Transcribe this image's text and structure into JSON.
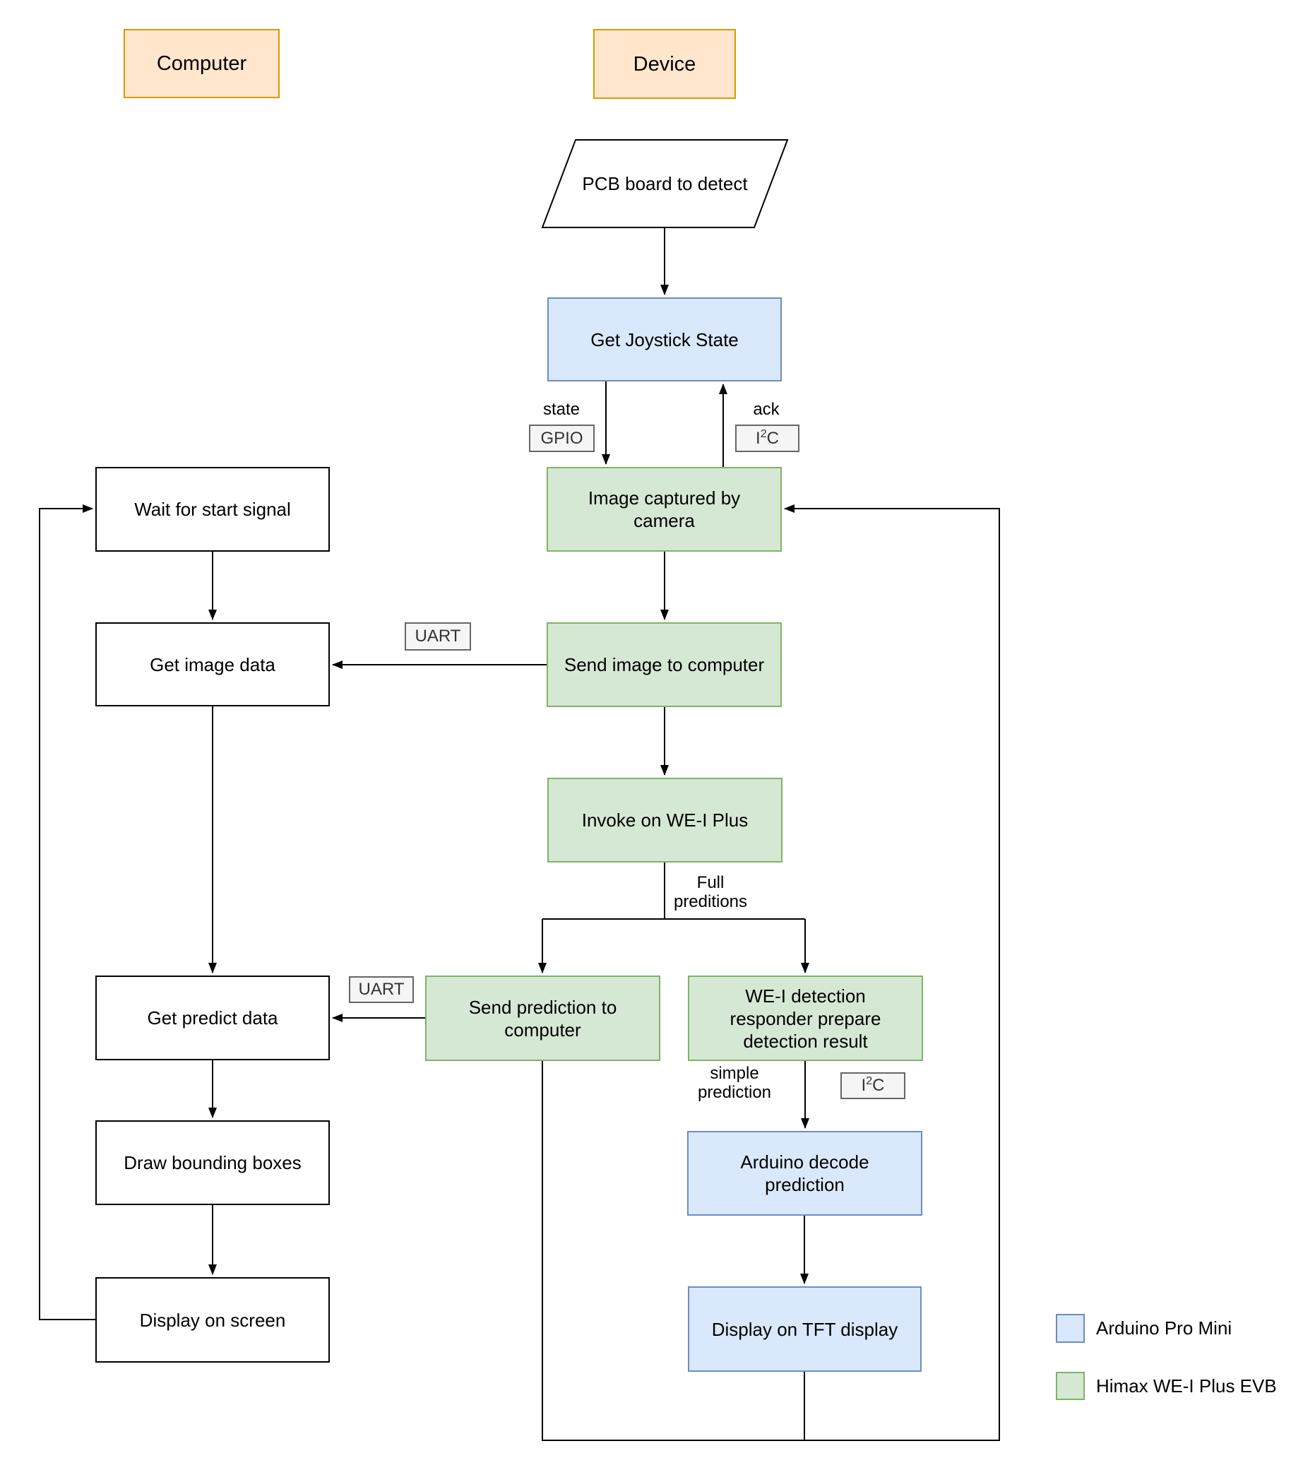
{
  "headers": {
    "computer": {
      "label": "Computer"
    },
    "device": {
      "label": "Device"
    }
  },
  "nodes": {
    "pcb": {
      "label": "PCB board to detect"
    },
    "joystick": {
      "label": "Get Joystick State"
    },
    "image_captured": {
      "label": "Image captured by camera"
    },
    "send_image": {
      "label": "Send image to computer"
    },
    "invoke": {
      "label": "Invoke on WE-I Plus"
    },
    "send_prediction": {
      "label": "Send prediction to computer"
    },
    "wei_responder": {
      "label": "WE-I detection responder prepare detection result"
    },
    "arduino_decode": {
      "label": "Arduino decode prediction"
    },
    "tft_display": {
      "label": "Display on TFT display"
    },
    "wait_start": {
      "label": "Wait for start signal"
    },
    "get_image": {
      "label": "Get image data"
    },
    "get_predict": {
      "label": "Get predict data"
    },
    "draw_boxes": {
      "label": "Draw bounding boxes"
    },
    "display_screen": {
      "label": "Display on screen"
    }
  },
  "edge_labels": {
    "state": "state",
    "ack": "ack",
    "gpio": "GPIO",
    "uart_image": "UART",
    "uart_prediction": "UART",
    "i2c_base": "I",
    "i2c_sup": "2",
    "i2c_c": "C",
    "full_line1": "Full",
    "full_line2": "preditions",
    "simple_line1": "simple",
    "simple_line2": "prediction"
  },
  "legend": {
    "arduino": "Arduino Pro Mini",
    "himax": "Himax WE-I Plus EVB"
  },
  "colors": {
    "canvas-bg": "#ffffff",
    "text": "#000000",
    "line": "#000000",
    "orange-fill": "#ffe6cc",
    "orange-stroke": "#d79b00",
    "blue-fill": "#dae8fc",
    "blue-stroke": "#6c8ebf",
    "green-fill": "#d5e8d4",
    "green-stroke": "#82b366",
    "label-fill": "#f5f5f5",
    "label-stroke": "#666666",
    "label-text": "#333333",
    "plain-fill": "#ffffff",
    "plain-stroke": "#000000"
  }
}
